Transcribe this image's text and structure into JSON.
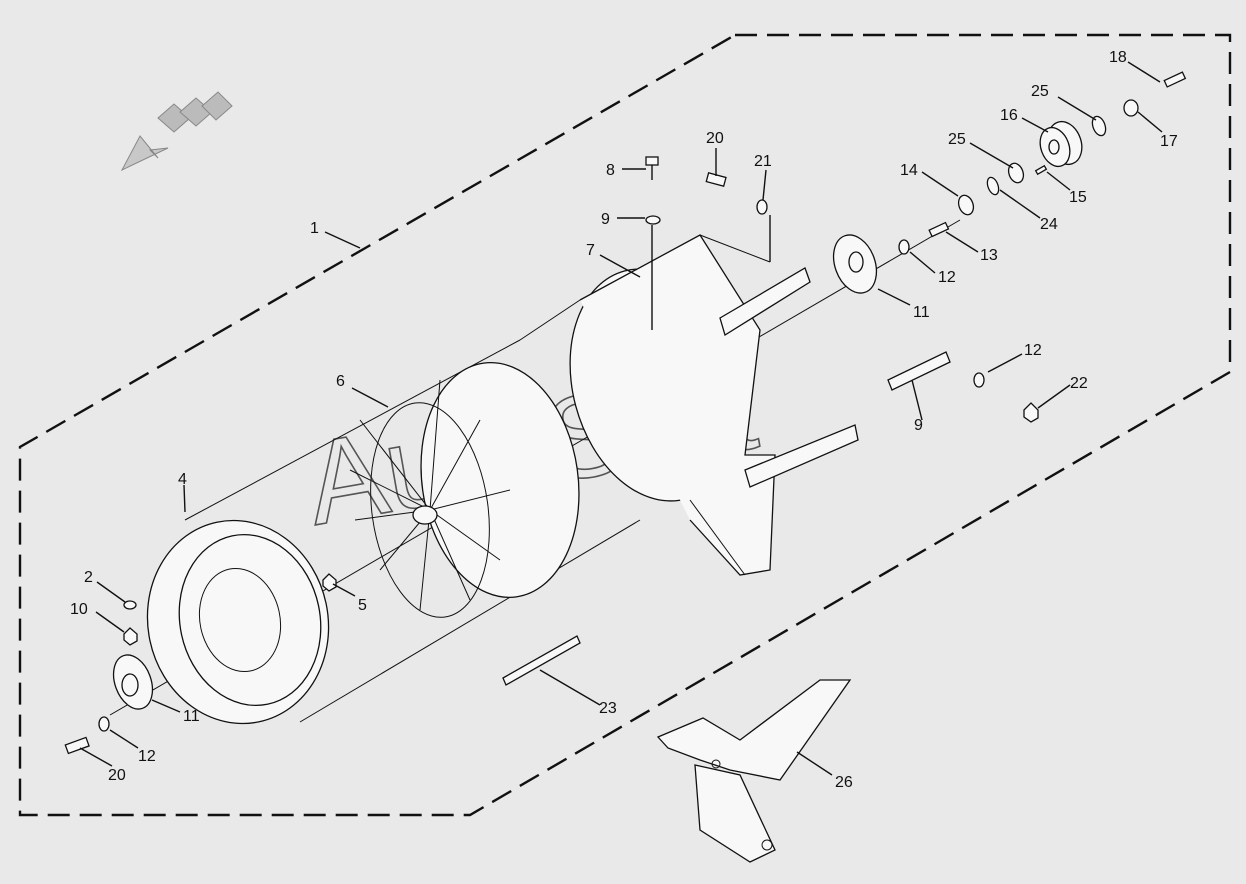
{
  "diagram": {
    "watermark": "AutoSoft",
    "callouts": [
      {
        "id": "c1",
        "label": "1"
      },
      {
        "id": "c2",
        "label": "2"
      },
      {
        "id": "c4",
        "label": "4"
      },
      {
        "id": "c5",
        "label": "5"
      },
      {
        "id": "c6",
        "label": "6"
      },
      {
        "id": "c7",
        "label": "7"
      },
      {
        "id": "c8",
        "label": "8"
      },
      {
        "id": "c9a",
        "label": "9"
      },
      {
        "id": "c9b",
        "label": "9"
      },
      {
        "id": "c10",
        "label": "10"
      },
      {
        "id": "c11a",
        "label": "11"
      },
      {
        "id": "c11b",
        "label": "11"
      },
      {
        "id": "c12a",
        "label": "12"
      },
      {
        "id": "c12b",
        "label": "12"
      },
      {
        "id": "c12c",
        "label": "12"
      },
      {
        "id": "c13",
        "label": "13"
      },
      {
        "id": "c14",
        "label": "14"
      },
      {
        "id": "c15",
        "label": "15"
      },
      {
        "id": "c16",
        "label": "16"
      },
      {
        "id": "c17",
        "label": "17"
      },
      {
        "id": "c18",
        "label": "18"
      },
      {
        "id": "c20a",
        "label": "20"
      },
      {
        "id": "c20b",
        "label": "20"
      },
      {
        "id": "c21",
        "label": "21"
      },
      {
        "id": "c22",
        "label": "22"
      },
      {
        "id": "c23",
        "label": "23"
      },
      {
        "id": "c24",
        "label": "24"
      },
      {
        "id": "c25a",
        "label": "25"
      },
      {
        "id": "c25b",
        "label": "25"
      },
      {
        "id": "c26",
        "label": "26"
      }
    ]
  }
}
